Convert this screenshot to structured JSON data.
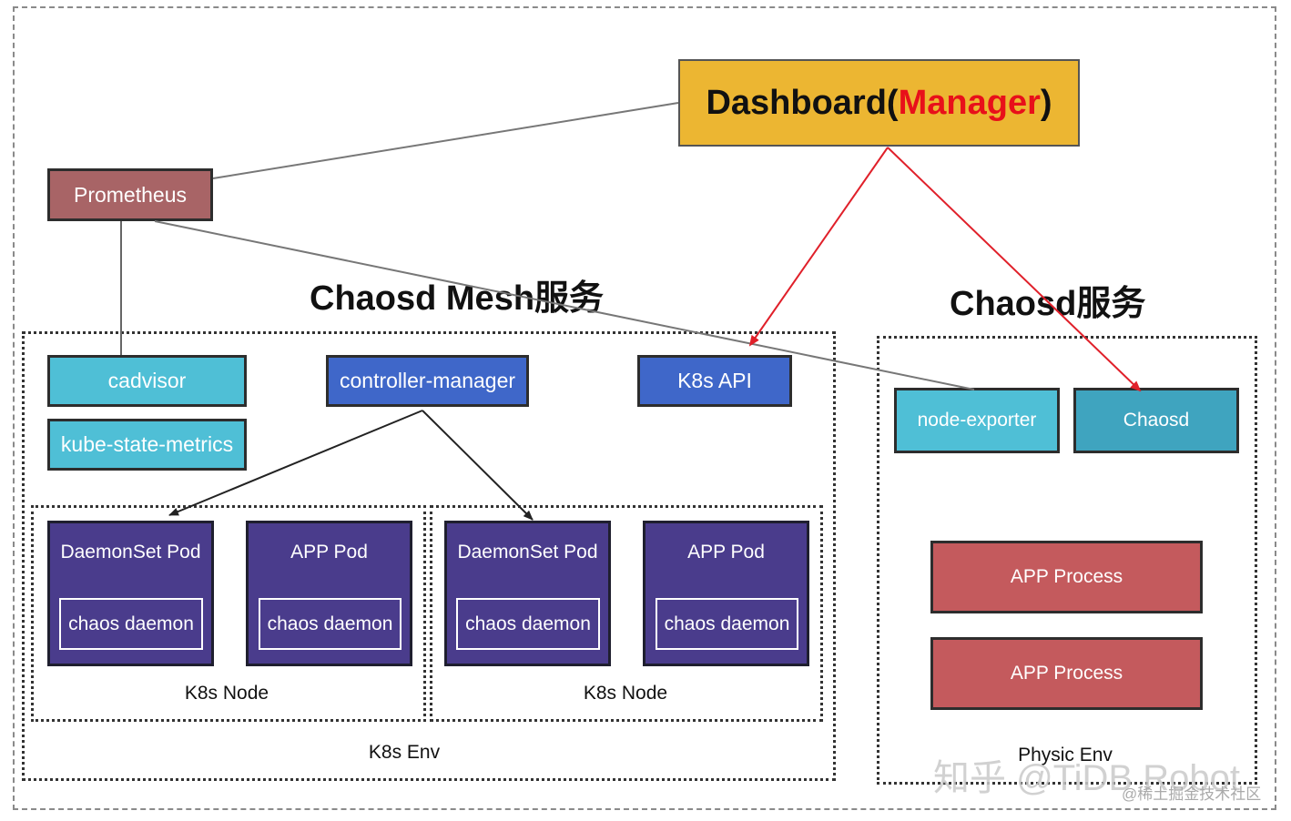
{
  "dashboard": {
    "label": "Dashboard(",
    "highlight": "Manager",
    "suffix": ")",
    "highlight_color": "#e8101a",
    "fill": "#ecb632"
  },
  "prometheus": {
    "label": "Prometheus"
  },
  "chaos_mesh": {
    "title": "Chaosd Mesh服务",
    "cadvisor": "cadvisor",
    "kube_state_metrics": "kube-state-metrics",
    "controller_manager": "controller-manager",
    "k8s_api": "K8s API",
    "nodes": [
      {
        "daemonset_pod": "DaemonSet Pod",
        "daemonset_inner": "chaos daemon",
        "app_pod": "APP Pod",
        "app_inner": "chaos daemon",
        "caption": "K8s Node"
      },
      {
        "daemonset_pod": "DaemonSet Pod",
        "daemonset_inner": "chaos daemon",
        "app_pod": "APP Pod",
        "app_inner": "chaos daemon",
        "caption": "K8s Node"
      }
    ],
    "env_caption": "K8s Env"
  },
  "chaosd": {
    "title": "Chaosd服务",
    "node_exporter": "node-exporter",
    "chaosd": "Chaosd",
    "processes": [
      "APP Process",
      "APP Process"
    ],
    "env_caption": "Physic Env"
  },
  "watermark": {
    "main": "知乎 @TiDB Robot",
    "sub": "@稀土掘金技术社区"
  },
  "colors": {
    "arrow": "#e0202a",
    "line": "#777777",
    "pod": "#4a3c8c",
    "cyan": "#4fbfd6",
    "blue": "#3f67c9",
    "process": "#c45a5d"
  }
}
